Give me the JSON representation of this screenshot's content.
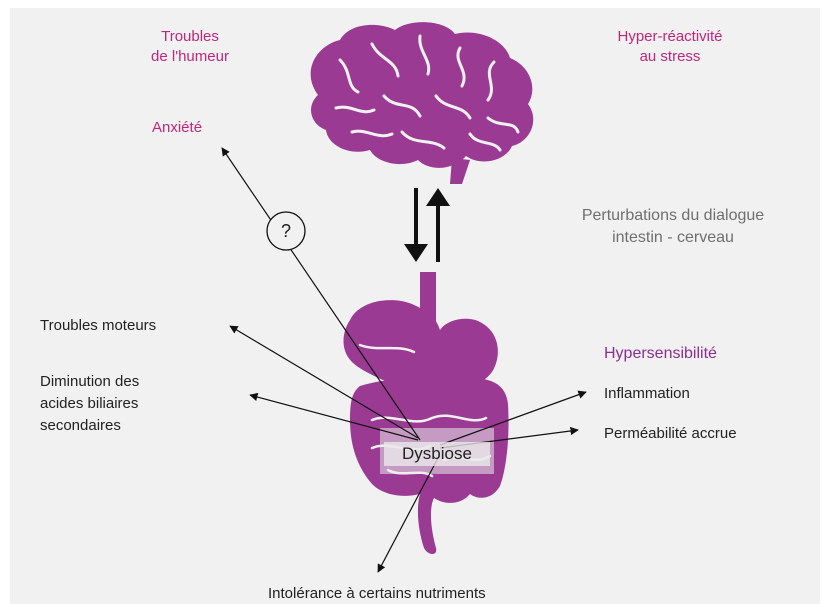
{
  "labels": {
    "troubles_humeur_l1": "Troubles",
    "troubles_humeur_l2": "de l'humeur",
    "hyper_reactivite_l1": "Hyper-réactivité",
    "hyper_reactivite_l2": "au stress",
    "anxiete": "Anxiété",
    "question_mark": "?",
    "perturbations_l1": "Perturbations du dialogue",
    "perturbations_l2": "intestin - cerveau",
    "troubles_moteurs": "Troubles moteurs",
    "diminution_l1": "Diminution des",
    "diminution_l2": "acides biliaires",
    "diminution_l3": "secondaires",
    "hypersensibilite": "Hypersensibilité",
    "inflammation": "Inflammation",
    "permeabilite": "Perméabilité accrue",
    "dysbiose": "Dysbiose",
    "intolerance": "Intolérance à certains nutriments"
  },
  "colors": {
    "panel": "#f1f1f1",
    "organ_purple": "#9a3a93",
    "magenta_text": "#c0267a",
    "purple_text": "#8a2f92",
    "grey_text": "#6f6f6f",
    "dark_text": "#222222"
  },
  "icons": [
    "brain-icon",
    "digestive-system-icon",
    "bidirectional-arrows-icon",
    "question-circle-icon"
  ]
}
